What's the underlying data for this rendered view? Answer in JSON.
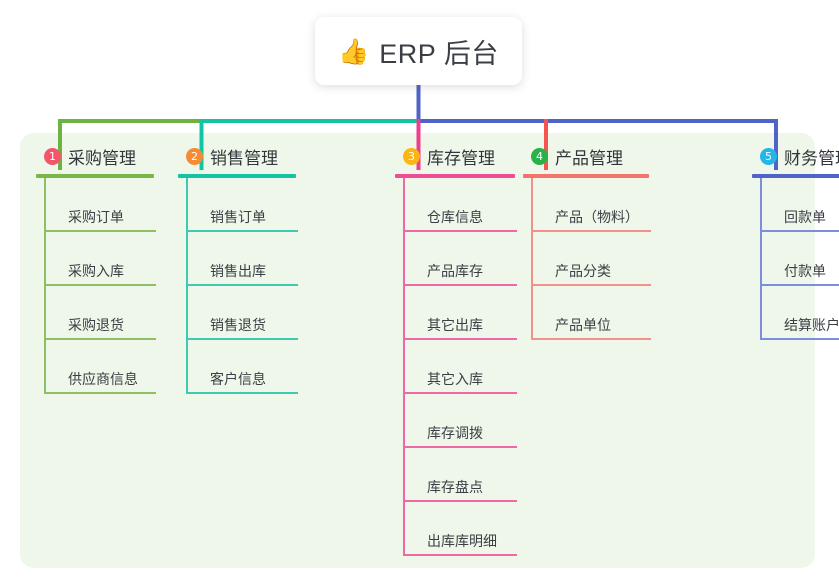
{
  "diagram": {
    "type": "mind-map",
    "root": {
      "icon": "thumbs-up-emoji",
      "icon_glyph": "👍",
      "title": "ERP 后台"
    },
    "panel_color": "#eef7e9",
    "background_color": "#ffffff",
    "branches": [
      {
        "number": "1",
        "title": "采购管理",
        "badge_color": "#f4546c",
        "line_color": "#7ab648",
        "leaf_line_color": "#8cc063",
        "bus_color": "#6cb33f",
        "leaves": [
          "采购订单",
          "采购入库",
          "采购退货",
          "供应商信息"
        ]
      },
      {
        "number": "2",
        "title": "销售管理",
        "badge_color": "#f68b36",
        "line_color": "#14c3a2",
        "leaf_line_color": "#3fc9b0",
        "bus_color": "#10c4a4",
        "leaves": [
          "销售订单",
          "销售出库",
          "销售退货",
          "客户信息"
        ]
      },
      {
        "number": "3",
        "title": "库存管理",
        "badge_color": "#fbb515",
        "line_color": "#ef4d94",
        "leaf_line_color": "#ee68a4",
        "bus_color": "#ee3f8c",
        "leaves": [
          "仓库信息",
          "产品库存",
          "其它出库",
          "其它入库",
          "库存调拨",
          "库存盘点",
          "出库库明细"
        ]
      },
      {
        "number": "4",
        "title": "产品管理",
        "badge_color": "#2bb14a",
        "line_color": "#f4736b",
        "leaf_line_color": "#f2908a",
        "bus_color": "#f4554e",
        "leaves": [
          "产品（物料）",
          "产品分类",
          "产品单位"
        ]
      },
      {
        "number": "5",
        "title": "财务管理",
        "badge_color": "#24b6e8",
        "line_color": "#5064c8",
        "leaf_line_color": "#7b8ddb",
        "bus_color": "#5064c8",
        "leaves": [
          "回款单",
          "付款单",
          "结算账户"
        ]
      }
    ]
  }
}
